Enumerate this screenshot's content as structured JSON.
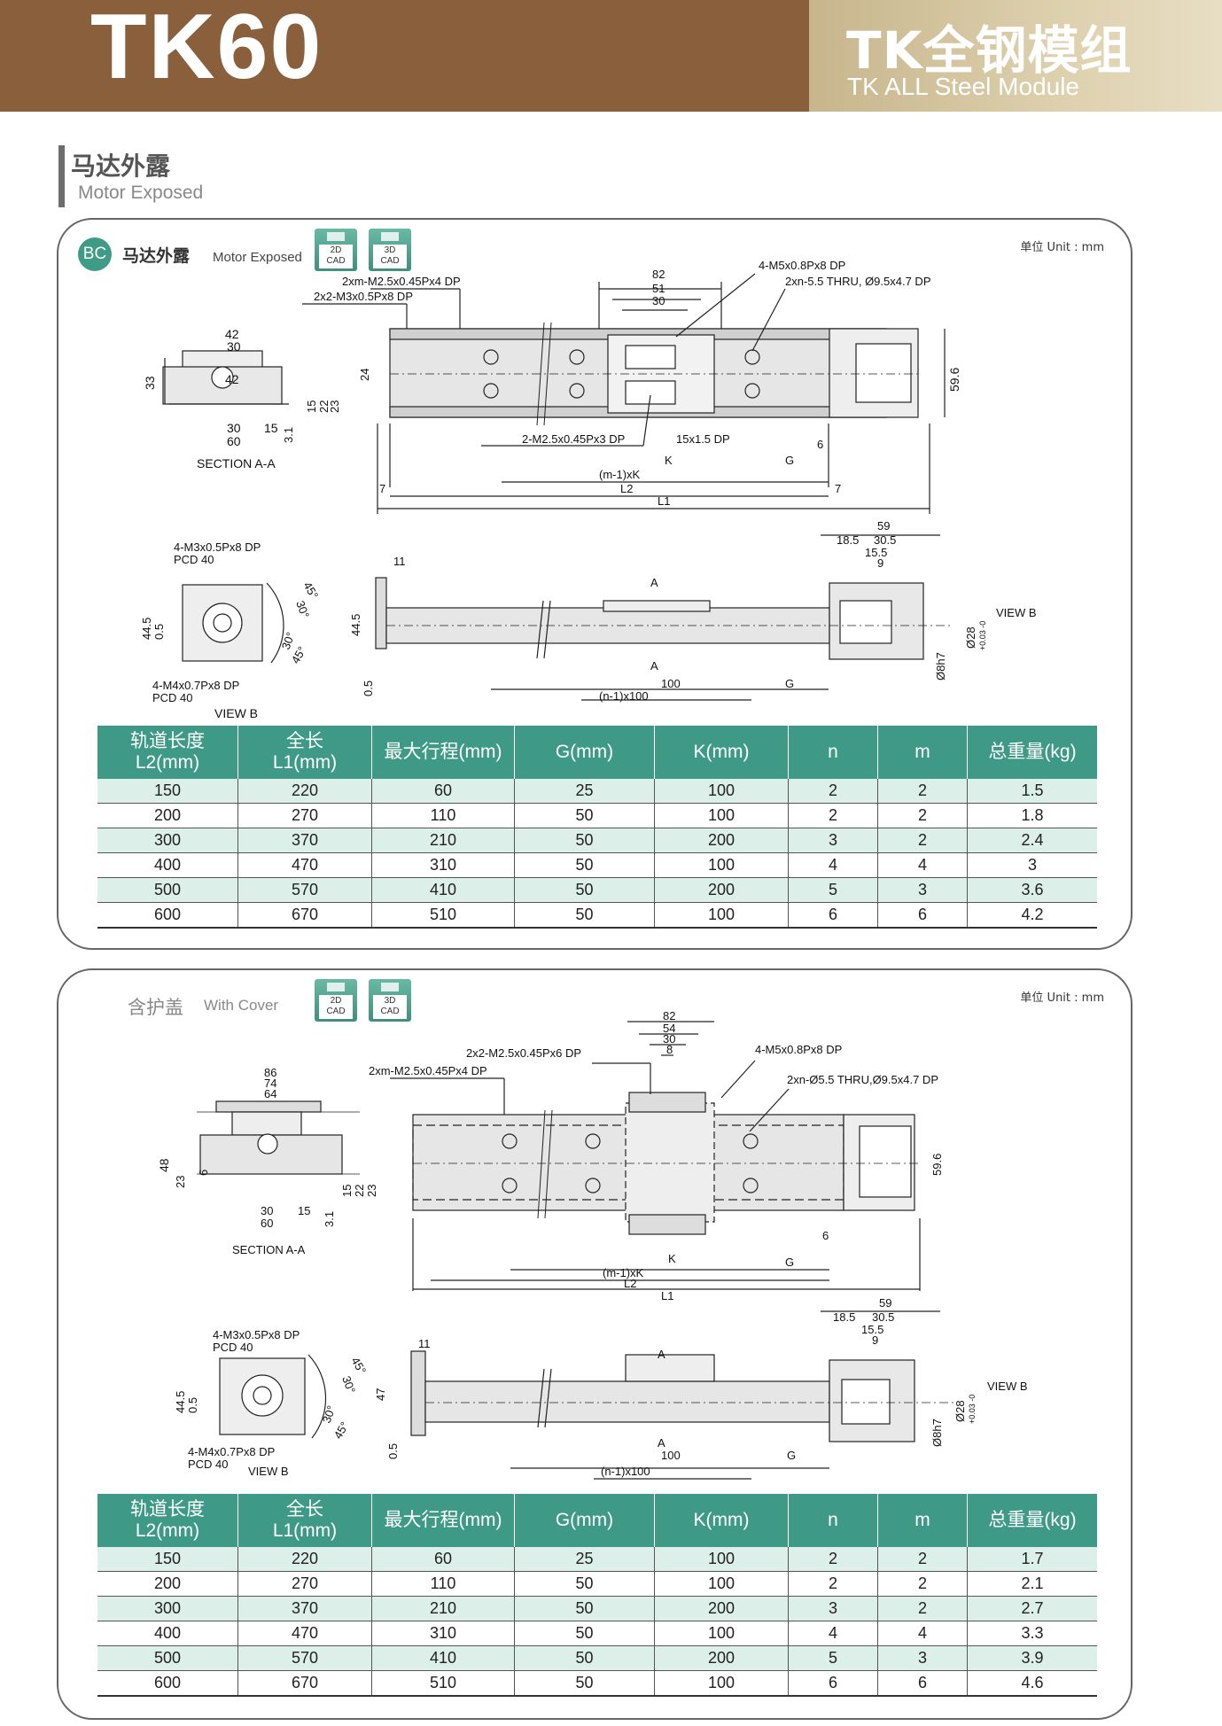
{
  "header": {
    "model": "TK60",
    "series_cn": "TK全钢模组",
    "series_en": "TK ALL Steel Module"
  },
  "section": {
    "title_cn": "马达外露",
    "title_en": "Motor Exposed"
  },
  "panel1": {
    "badge": "BC",
    "title_cn": "马达外露",
    "title_en": "Motor Exposed",
    "cad_2d": "2D",
    "cad_3d": "3D",
    "cad_label": "CAD",
    "unit": "单位 Unit : mm",
    "labels": {
      "section_aa": "SECTION A-A",
      "view_b": "VIEW B",
      "view_b_arrow": "VIEW B",
      "n_3_1": "3.1",
      "c_4m5": "4-M5x0.8Px8 DP",
      "c_2xn": "2xn-5.5 THRU, Ø9.5x4.7 DP",
      "c_2xm": "2xm-M2.5x0.45Px4 DP",
      "c_2x2": "2x2-M3x0.5Px8 DP",
      "c_2m25": "2-M2.5x0.45Px3 DP",
      "c_15x15": "15x1.5 DP",
      "c_4m3": "4-M3x0.5Px8 DP",
      "c_pcd1": "PCD 40",
      "c_4m4": "4-M4x0.7Px8 DP",
      "c_pcd2": "PCD 40",
      "K": "K",
      "G": "G",
      "G2": "G",
      "mk": "(m-1)xK",
      "L2": "L2",
      "L1": "L1",
      "nk": "(n-1)x100",
      "A1": "A",
      "A2": "A",
      "d28": "Ø28",
      "d8": "Ø8h7",
      "tol": "+0.03 -0",
      "n82": "82",
      "n51": "51",
      "n30": "30",
      "n42": "42",
      "n30b": "30",
      "n33": "33",
      "n15": "15",
      "n22": "22",
      "n23": "23",
      "n30c": "30",
      "n15b": "15",
      "n60": "60",
      "n24": "24",
      "n596": "59.6",
      "n6": "6",
      "n7a": "7",
      "n7b": "7",
      "n59": "59",
      "n185": "18.5",
      "n305": "30.5",
      "n155": "15.5",
      "n9": "9",
      "n11": "11",
      "n445": "44.5",
      "n445b": "44.5",
      "n05": "0.5",
      "n05b": "0.5",
      "n100": "100",
      "a45a": "45°",
      "a30a": "30°",
      "a30b": "30°",
      "a45b": "45°"
    }
  },
  "panel2": {
    "title_cn": "含护盖",
    "title_en": "With Cover",
    "cad_2d": "2D",
    "cad_3d": "3D",
    "cad_label": "CAD",
    "unit": "单位 Unit : mm",
    "labels": {
      "section_aa": "SECTION A-A",
      "view_b": "VIEW B",
      "view_b_arrow": "VIEW B",
      "c_2x2": "2x2-M2.5x0.45Px6 DP",
      "c_4m5": "4-M5x0.8Px8 DP",
      "c_2xm": "2xm-M2.5x0.45Px4 DP",
      "c_2xn": "2xn-Ø5.5 THRU,Ø9.5x4.7 DP",
      "c_4m3": "4-M3x0.5Px8 DP",
      "c_pcd1": "PCD 40",
      "c_4m4": "4-M4x0.7Px8 DP",
      "c_pcd2": "PCD 40",
      "K": "K",
      "G": "G",
      "G2": "G",
      "mk": "(m-1)xK",
      "L2": "L2",
      "L1": "L1",
      "nk": "(n-1)x100",
      "A1": "A",
      "A2": "A",
      "d28": "Ø28",
      "d8": "Ø8h7",
      "tol": "+0.03 -0",
      "n82": "82",
      "n54": "54",
      "n30": "30",
      "n8": "8",
      "n86": "86",
      "n74": "74",
      "n64": "64",
      "n48": "48",
      "n23": "23",
      "n6b": "6",
      "n15": "15",
      "n22": "22",
      "n23b": "23",
      "n30b": "30",
      "n15b": "15",
      "n60": "60",
      "n31": "3.1",
      "n596": "59.6",
      "n6": "6",
      "n59": "59",
      "n185": "18.5",
      "n305": "30.5",
      "n155": "15.5",
      "n9": "9",
      "n11": "11",
      "n47": "47",
      "n445": "44.5",
      "n05": "0.5",
      "n05b": "0.5",
      "n100": "100",
      "a45a": "45°",
      "a30a": "30°",
      "a30b": "30°",
      "a45b": "45°"
    }
  },
  "table_headers": [
    [
      "轨道长度",
      "L2(mm)"
    ],
    [
      "全长",
      "L1(mm)"
    ],
    [
      "最大行程(mm)"
    ],
    [
      "G(mm)"
    ],
    [
      "K(mm)"
    ],
    [
      "n"
    ],
    [
      "m"
    ],
    [
      "总重量(kg)"
    ]
  ],
  "table1_rows": [
    [
      "150",
      "220",
      "60",
      "25",
      "100",
      "2",
      "2",
      "1.5"
    ],
    [
      "200",
      "270",
      "110",
      "50",
      "100",
      "2",
      "2",
      "1.8"
    ],
    [
      "300",
      "370",
      "210",
      "50",
      "200",
      "3",
      "2",
      "2.4"
    ],
    [
      "400",
      "470",
      "310",
      "50",
      "100",
      "4",
      "4",
      "3"
    ],
    [
      "500",
      "570",
      "410",
      "50",
      "200",
      "5",
      "3",
      "3.6"
    ],
    [
      "600",
      "670",
      "510",
      "50",
      "100",
      "6",
      "6",
      "4.2"
    ]
  ],
  "table2_rows": [
    [
      "150",
      "220",
      "60",
      "25",
      "100",
      "2",
      "2",
      "1.7"
    ],
    [
      "200",
      "270",
      "110",
      "50",
      "100",
      "2",
      "2",
      "2.1"
    ],
    [
      "300",
      "370",
      "210",
      "50",
      "200",
      "3",
      "2",
      "2.7"
    ],
    [
      "400",
      "470",
      "310",
      "50",
      "100",
      "4",
      "4",
      "3.3"
    ],
    [
      "500",
      "570",
      "410",
      "50",
      "200",
      "5",
      "3",
      "3.9"
    ],
    [
      "600",
      "670",
      "510",
      "50",
      "100",
      "6",
      "6",
      "4.6"
    ]
  ]
}
